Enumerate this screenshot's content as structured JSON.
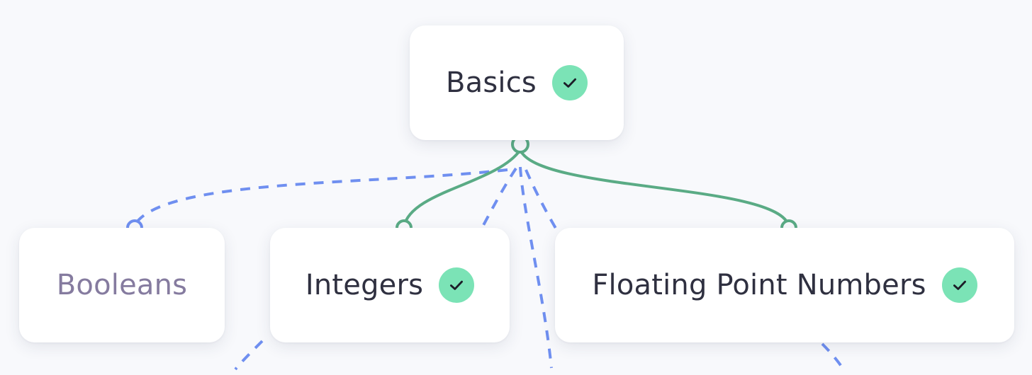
{
  "colors": {
    "completed_link": "#5aab85",
    "pending_link": "#6f8ff0",
    "check_fill": "#7be3b6",
    "check_mark": "#1c1d28",
    "text_completed": "#2f3040",
    "text_pending": "#857b9f"
  },
  "nodes": {
    "basics": {
      "label": "Basics",
      "status": "completed",
      "icon": "check-icon"
    },
    "booleans": {
      "label": "Booleans",
      "status": "pending"
    },
    "integers": {
      "label": "Integers",
      "status": "completed",
      "icon": "check-icon"
    },
    "floats": {
      "label": "Floating Point Numbers",
      "status": "completed",
      "icon": "check-icon"
    }
  }
}
